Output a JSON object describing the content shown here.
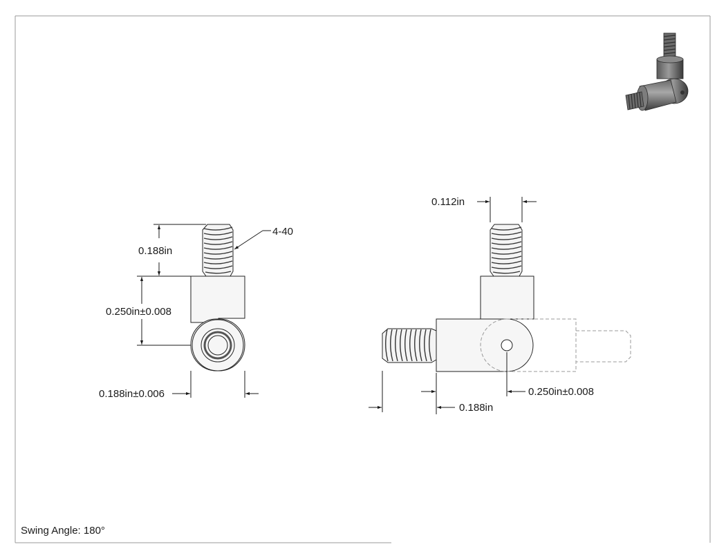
{
  "drawing": {
    "left_view": {
      "thread_length": "0.188in",
      "thread_callout": "4-40",
      "body_height": "0.250in±0.008",
      "body_width": "0.188in±0.006"
    },
    "right_view": {
      "thread_diameter": "0.112in",
      "swing_offset": "0.250in±0.008",
      "body_length": "0.188in"
    },
    "footer": {
      "swing_angle": "Swing Angle: 180°"
    }
  }
}
